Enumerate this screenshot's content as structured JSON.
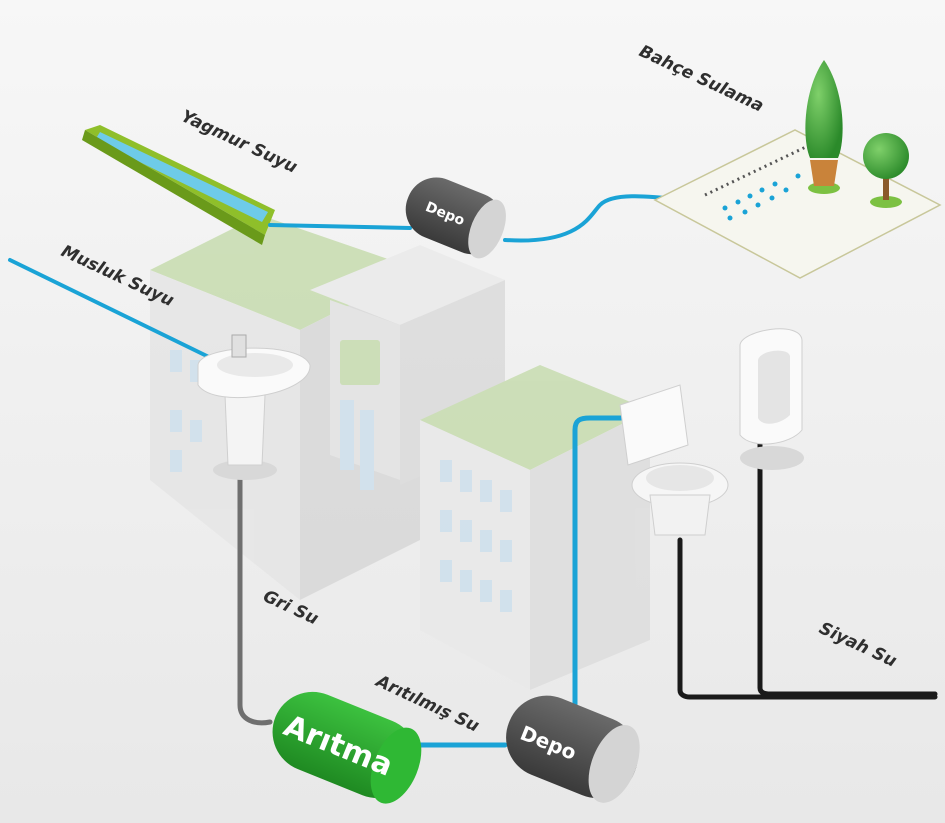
{
  "labels": {
    "rain_water": "Yagmur Suyu",
    "tap_water": "Musluk Suyu",
    "garden_irrigation": "Bahçe Sulama",
    "grey_water": "Gri Su",
    "treated_water": "Arıtılmış Su",
    "black_water": "Siyah Su"
  },
  "tanks": {
    "upper_depot": "Depo",
    "lower_depot": "Depo",
    "treatment": "Arıtma"
  },
  "colors": {
    "clean_water": "#1aa3d6",
    "grey_water": "#6f6f6f",
    "black_water": "#1a1a1a",
    "treatment_tank": "#2ea832",
    "depot_tank": "#4a4a4a",
    "roof_green": "#c8dcae"
  }
}
